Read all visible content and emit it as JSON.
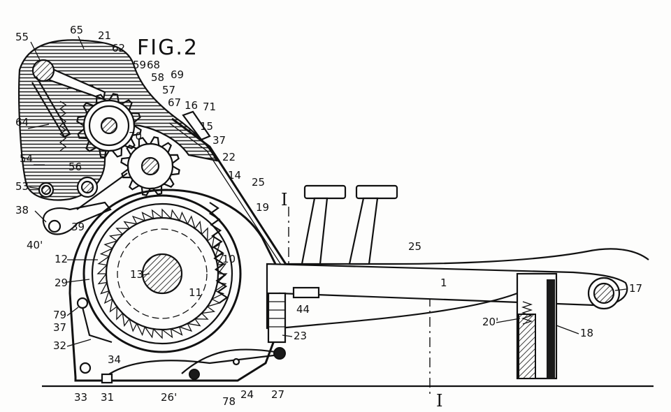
{
  "figure": {
    "title": "FIG.2"
  },
  "section_marks": [
    "I",
    "I"
  ],
  "labels": {
    "l55": "55",
    "l65": "65",
    "l21": "21",
    "l62": "62",
    "l59": "59",
    "l68": "68",
    "l58": "58",
    "l69": "69",
    "l57": "57",
    "l67": "67",
    "l16": "16",
    "l71": "71",
    "l15": "15",
    "l70": "70",
    "l37": "37",
    "l22": "22",
    "l14": "14",
    "l25a": "25",
    "l64": "64",
    "l54": "54",
    "l56": "56",
    "l53": "53",
    "l38": "38",
    "l39": "39",
    "l40": "40'",
    "l12": "12",
    "l13": "13",
    "l10": "10",
    "l11": "11",
    "l19": "19",
    "l29": "29",
    "l79": "79",
    "l37b": "37",
    "l32": "32",
    "l25b": "25",
    "l1": "1",
    "l44": "44",
    "l17": "17",
    "l20": "20'",
    "l18": "18",
    "l23": "23",
    "l33": "33",
    "l31": "31",
    "l34": "34",
    "l26": "26'",
    "l78": "78",
    "l24": "24",
    "l27": "27"
  }
}
